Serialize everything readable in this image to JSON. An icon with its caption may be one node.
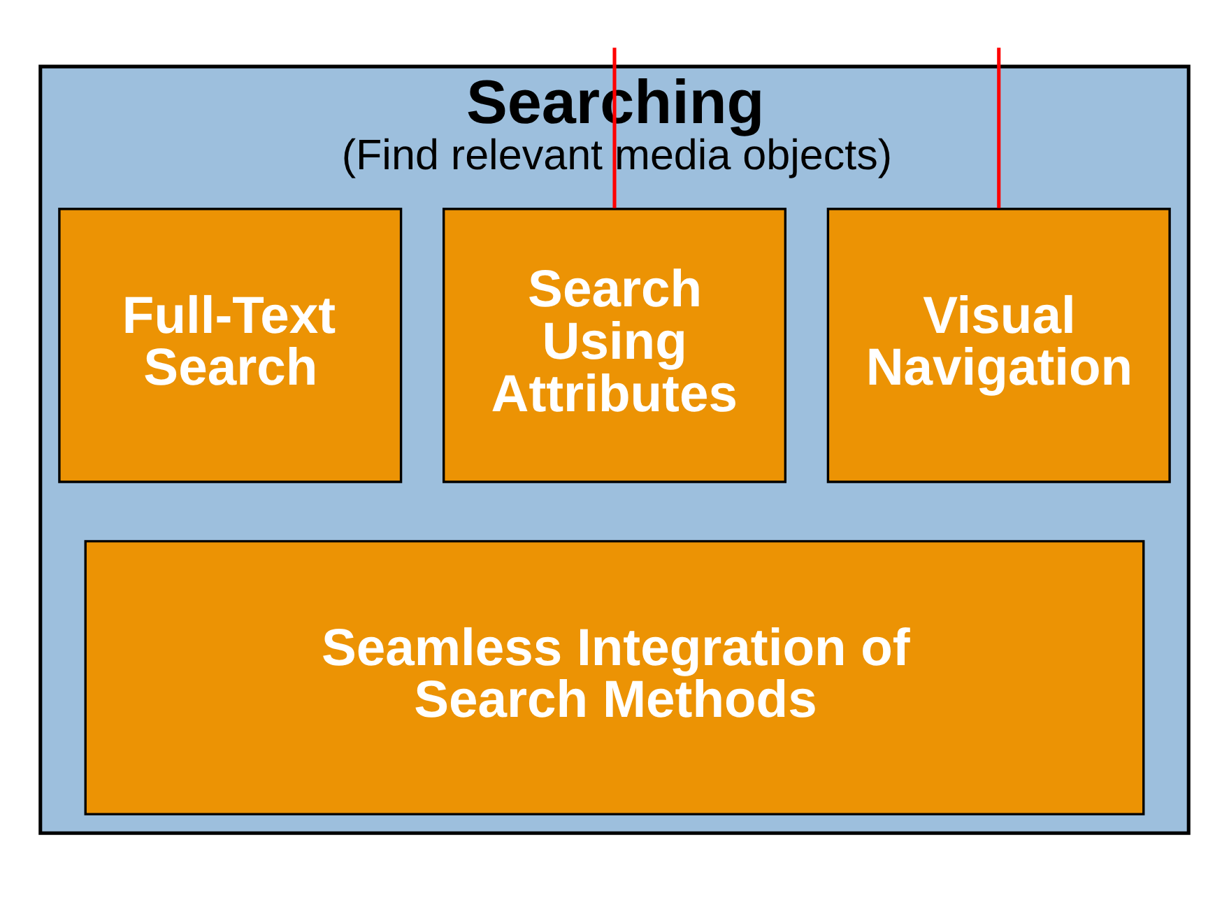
{
  "diagram": {
    "nodes": [
      {
        "text": [
          "Searching",
          "(Find relevant media objects)"
        ]
      },
      {
        "text": [
          "Full-Text Search"
        ],
        "in": 0
      },
      {
        "text": [
          "Search Using Attributes"
        ],
        "in": 0
      },
      {
        "text": [
          "Visual Navigation"
        ],
        "in": 0
      },
      {
        "text": [
          "Seamless Integration of Search Methods"
        ],
        "in": 0
      }
    ],
    "edges": [
      {
        "from": null,
        "to": 2,
        "arrow": "none",
        "color": "#ff0000"
      },
      {
        "from": null,
        "to": 3,
        "arrow": "none",
        "color": "#ff0000"
      }
    ]
  }
}
